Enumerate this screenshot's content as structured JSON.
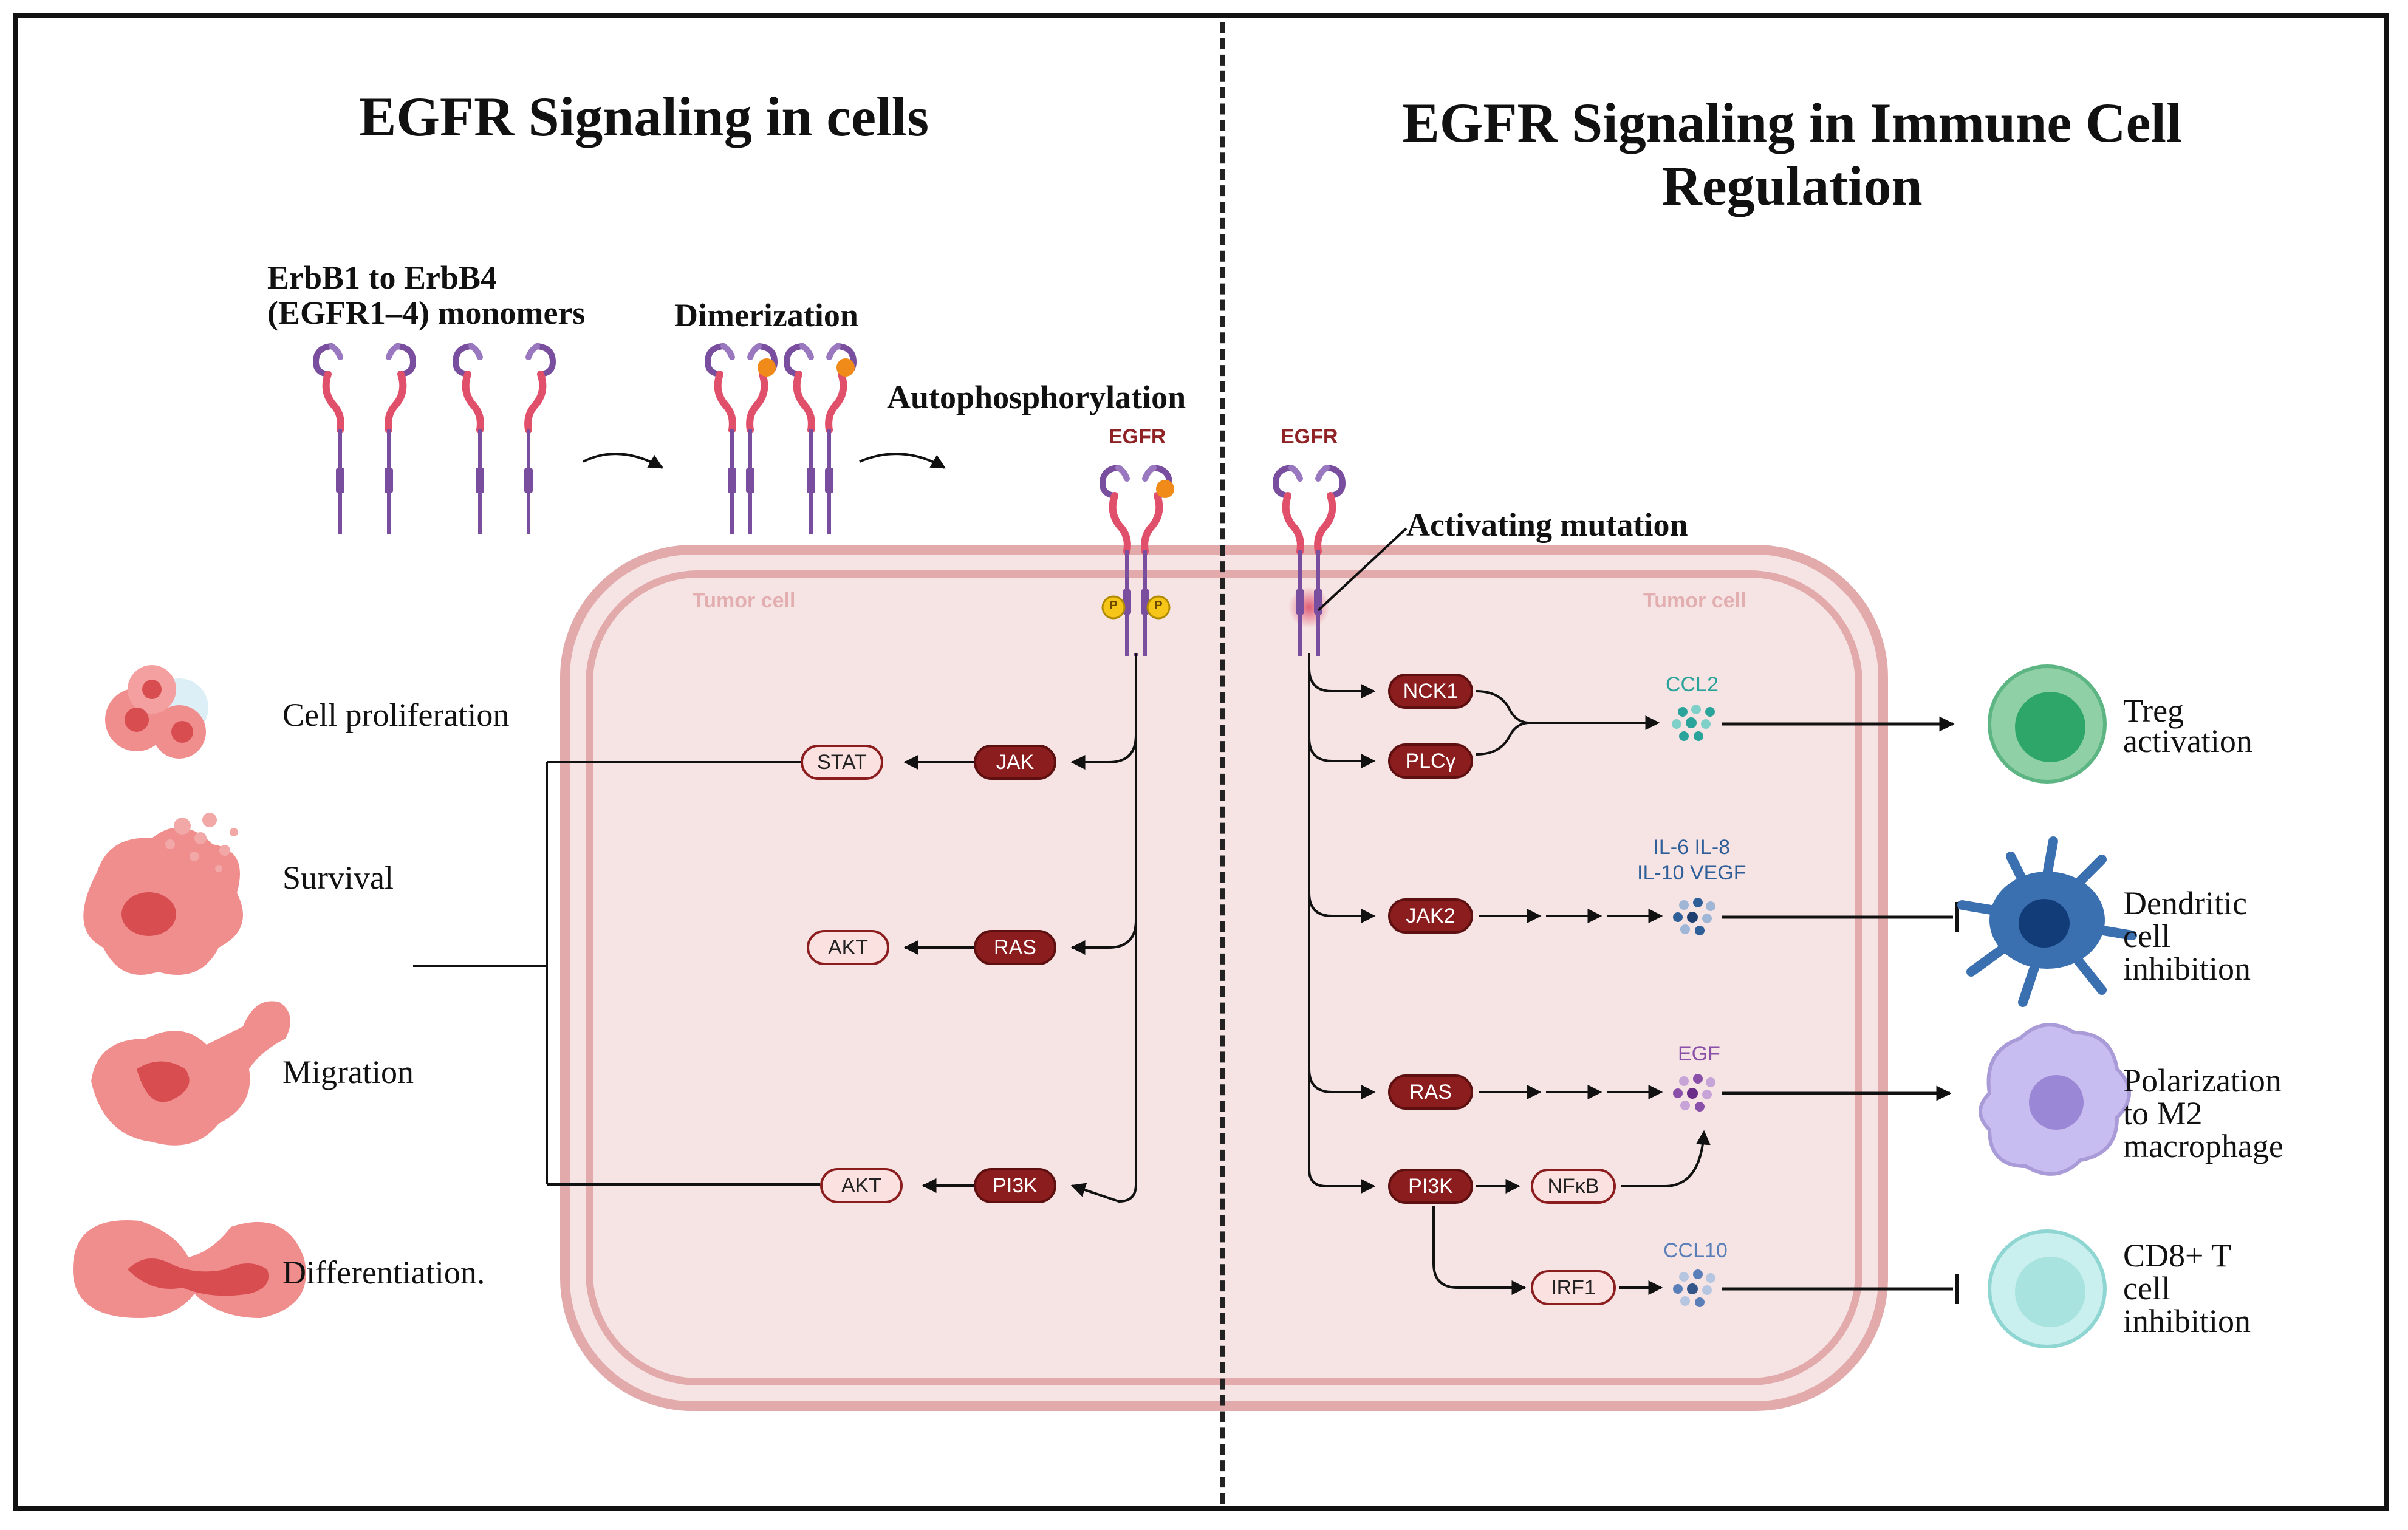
{
  "titles": {
    "left": "EGFR Signaling in cells",
    "right_line1": "EGFR Signaling in Immune Cell",
    "right_line2": "Regulation"
  },
  "top_labels": {
    "monomers_line1": "ErbB1 to ErbB4",
    "monomers_line2": "(EGFR1–4) monomers",
    "dimerization": "Dimerization",
    "autophosphorylation": "Autophosphorylation",
    "egfr_left": "EGFR",
    "egfr_right": "EGFR",
    "activating_mutation": "Activating mutation",
    "phospho": "P"
  },
  "tumor_cell": {
    "label_left": "Tumor cell",
    "label_right": "Tumor cell"
  },
  "outcomes": [
    {
      "id": "proliferation",
      "label": "Cell proliferation"
    },
    {
      "id": "survival",
      "label": "Survival"
    },
    {
      "id": "migration",
      "label": "Migration"
    },
    {
      "id": "differentiation",
      "label": "Differentiation."
    }
  ],
  "left_pathway": {
    "stat": "STAT",
    "jak": "JAK",
    "akt1": "AKT",
    "ras": "RAS",
    "akt2": "AKT",
    "pi3k": "PI3K"
  },
  "right_pathway": {
    "nck1": "NCK1",
    "plcg": "PLCγ",
    "jak2": "JAK2",
    "ras": "RAS",
    "pi3k": "PI3K",
    "nfkb": "NFκB",
    "irf1": "IRF1"
  },
  "cytokines": {
    "ccl2": "CCL2",
    "il_line1": "IL-6  IL-8",
    "il_line2": "IL-10  VEGF",
    "egf": "EGF",
    "ccl10": "CCL10"
  },
  "immune_effects": [
    {
      "id": "treg",
      "lines": [
        "Treg",
        "activation"
      ]
    },
    {
      "id": "dendritic",
      "lines": [
        "Dendritic",
        "cell",
        "inhibition"
      ]
    },
    {
      "id": "macrophage",
      "lines": [
        "Polarization",
        "to M2",
        "macrophage"
      ]
    },
    {
      "id": "cd8",
      "lines": [
        "CD8+ T",
        "cell",
        "inhibition"
      ]
    }
  ],
  "colors": {
    "dark_red": "#8c1d1f",
    "light_pink": "#fbe1e0",
    "cell_fill": "#f6e4e4",
    "cell_border": "#e2aaab",
    "receptor_purple": "#7a4e9e",
    "receptor_pink": "#e0506a",
    "phospho_yellow": "#f5c518",
    "ccl2_teal": "#2aa39a",
    "il_blue": "#2f5f98",
    "egf_purple": "#8a4fa8",
    "ccl10_blue": "#5a7fb8"
  }
}
